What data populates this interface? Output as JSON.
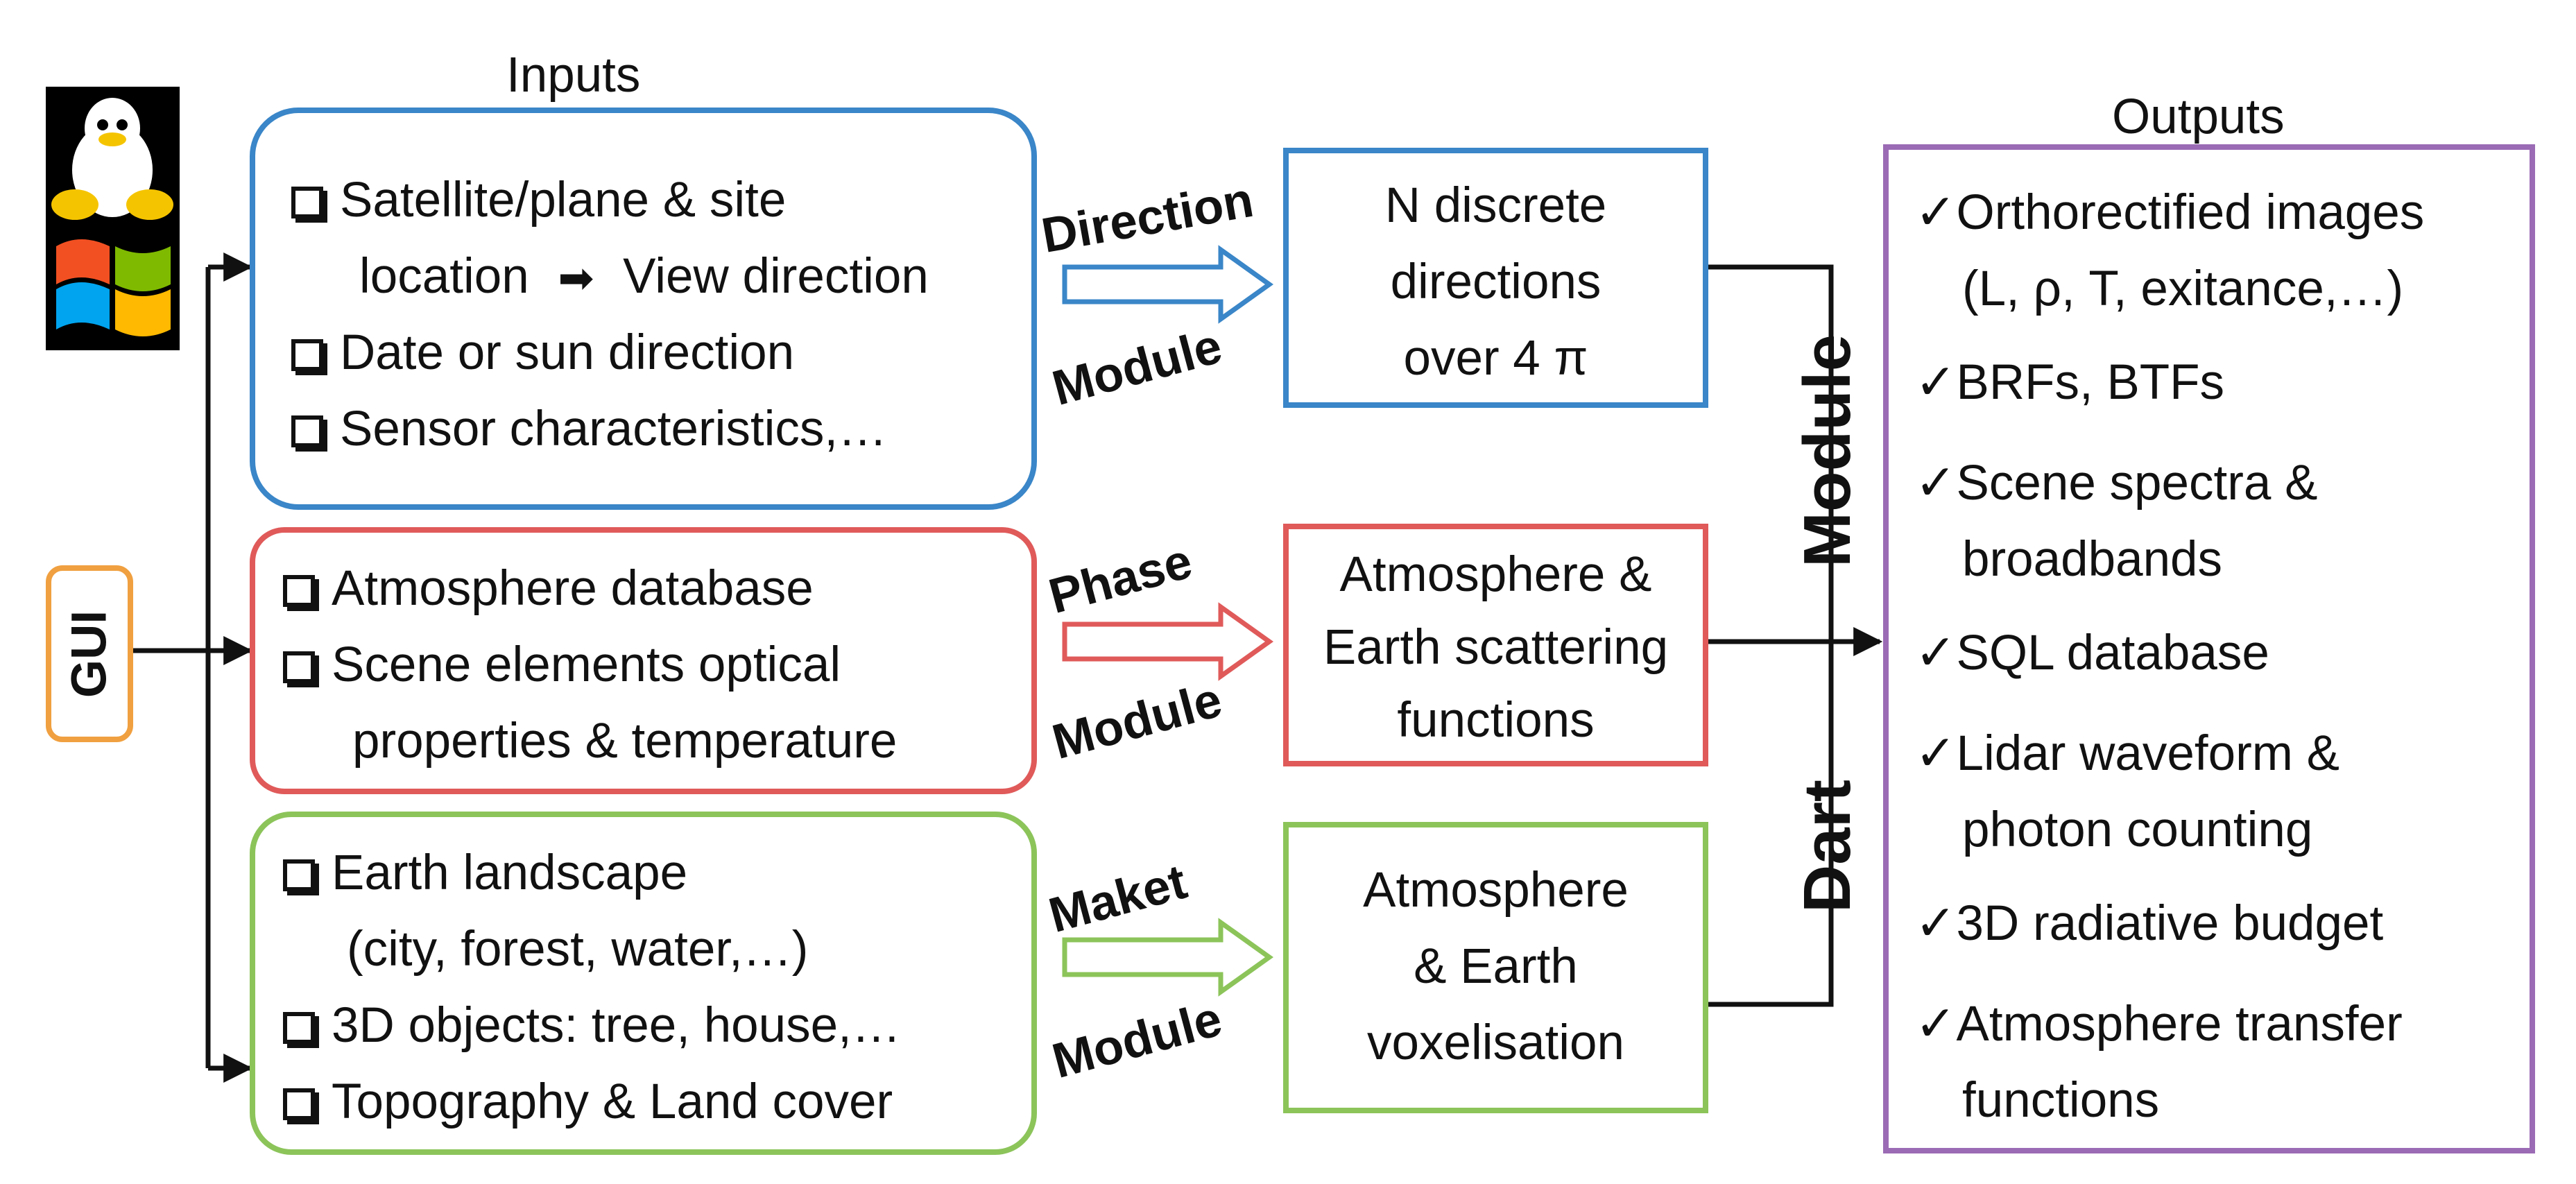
{
  "headings": {
    "inputs": "Inputs",
    "outputs": "Outputs"
  },
  "gui_label": "GUI",
  "logos": {
    "os1": "linux-penguin-logo",
    "os2": "windows-logo"
  },
  "groups": [
    {
      "id": "direction",
      "color": "#3a86c8",
      "inputs": [
        "Satellite/plane & site",
        "location",
        "View direction",
        "Date or sun direction",
        "Sensor characteristics,…"
      ],
      "module_word": "Direction",
      "module_suffix": "Module",
      "output_lines": [
        "N discrete",
        "directions",
        "over 4 π"
      ]
    },
    {
      "id": "phase",
      "color": "#e05a5a",
      "inputs": [
        "Atmosphere database",
        "Scene elements optical",
        "properties & temperature"
      ],
      "module_word": "Phase",
      "module_suffix": "Module",
      "output_lines": [
        "Atmosphere &",
        "Earth scattering",
        "functions"
      ]
    },
    {
      "id": "maket",
      "color": "#8cc45a",
      "inputs": [
        "Earth landscape",
        "(city, forest, water,…)",
        "3D objects: tree, house,…",
        "Topography & Land cover"
      ],
      "module_word": "Maket",
      "module_suffix": "Module",
      "output_lines": [
        "Atmosphere",
        "& Earth",
        "voxelisation"
      ]
    }
  ],
  "dart_module": {
    "word1": "Dart",
    "word2": "Module"
  },
  "outputs": {
    "border_color": "#9b6bb5",
    "items": [
      [
        "Orthorectified images",
        "(L, ρ, T, exitance,…)"
      ],
      [
        "BRFs, BTFs"
      ],
      [
        "Scene spectra &",
        "broadbands"
      ],
      [
        "SQL database"
      ],
      [
        "Lidar waveform &",
        "photon counting"
      ],
      [
        "3D radiative budget"
      ],
      [
        "Atmosphere transfer",
        "functions"
      ]
    ],
    "tick": "✓"
  },
  "colors": {
    "gui": "#f0a040",
    "line": "#111111"
  }
}
